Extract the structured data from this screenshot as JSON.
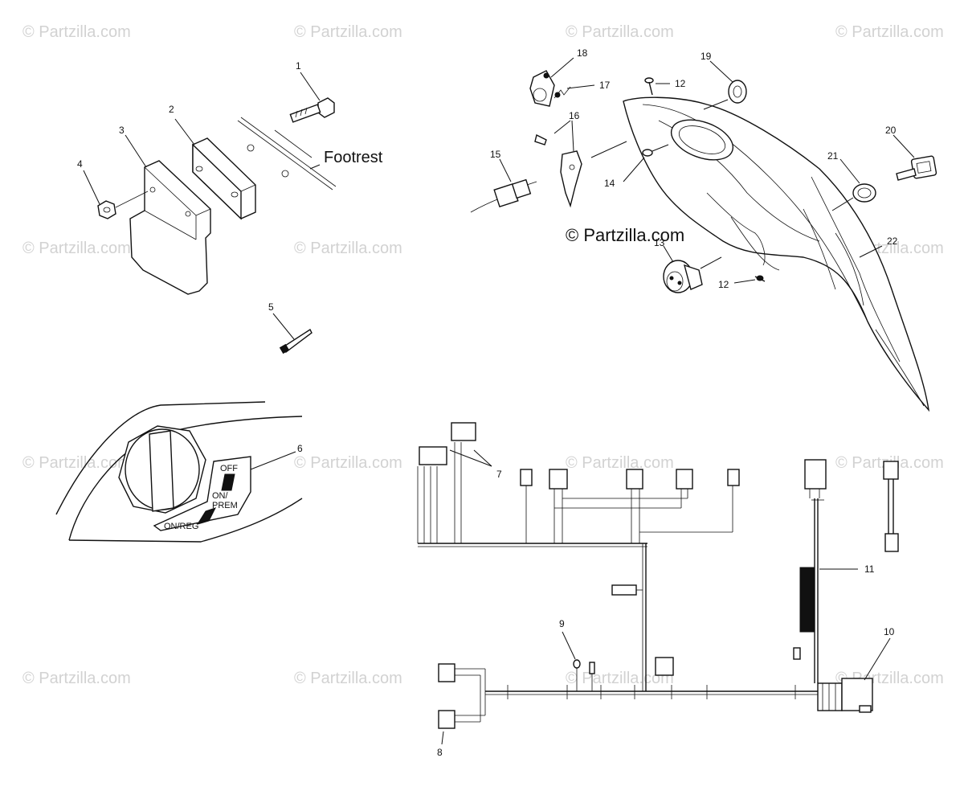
{
  "watermark": "© Partzilla.com",
  "center_watermark": "© Partzilla.com",
  "labels": {
    "footrest": "Footrest",
    "off": "OFF",
    "on": "ON/",
    "prem": "PREM",
    "on_reg": "ON/REG"
  },
  "callouts": {
    "c1": "1",
    "c2": "2",
    "c3": "3",
    "c4": "4",
    "c5": "5",
    "c6": "6",
    "c7": "7",
    "c8": "8",
    "c9": "9",
    "c10": "10",
    "c11": "11",
    "c12a": "12",
    "c12b": "12",
    "c13": "13",
    "c14": "14",
    "c15": "15",
    "c16": "16",
    "c17": "17",
    "c18": "18",
    "c19": "19",
    "c20": "20",
    "c21": "21",
    "c22": "22"
  }
}
